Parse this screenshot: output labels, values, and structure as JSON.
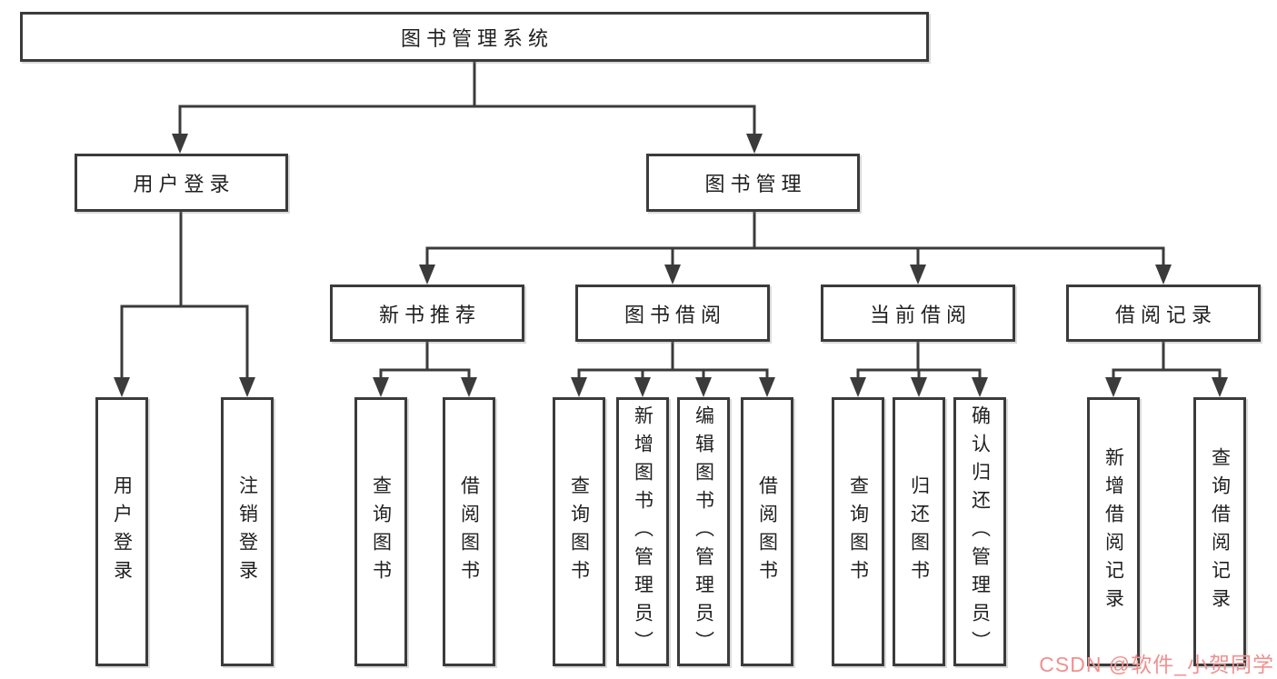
{
  "root": {
    "label": "图书管理系统"
  },
  "level1": {
    "user_login": {
      "label": "用户登录"
    },
    "book_mgmt": {
      "label": "图书管理"
    }
  },
  "user_leaves": [
    "用户登录",
    "注销登录"
  ],
  "groups": [
    {
      "label": "新书推荐",
      "leaves": [
        "查询图书",
        "借阅图书"
      ]
    },
    {
      "label": "图书借阅",
      "leaves": [
        "查询图书",
        "新增图书（管理员）",
        "编辑图书（管理员）",
        "借阅图书"
      ]
    },
    {
      "label": "当前借阅",
      "leaves": [
        "查询图书",
        "归还图书",
        "确认归还（管理员）"
      ]
    },
    {
      "label": "借阅记录",
      "leaves": [
        "新增借阅记录",
        "查询借阅记录"
      ]
    }
  ],
  "watermark": {
    "text": "CSDN @软件_小贺同学",
    "color": "#f0908f"
  },
  "colors": {
    "line": "#3b3b3b",
    "border": "#3b3b3b",
    "text": "#1f1f1f",
    "background": "#ffffff"
  }
}
